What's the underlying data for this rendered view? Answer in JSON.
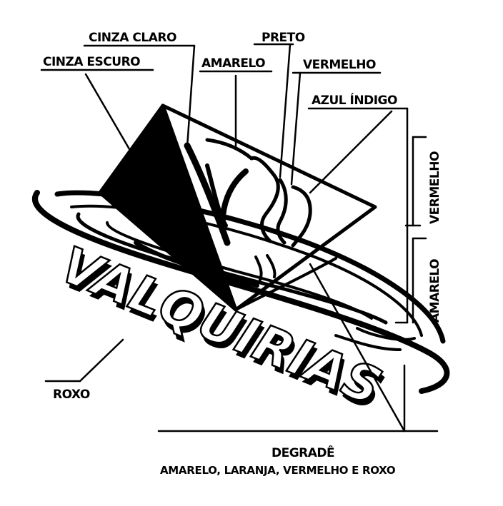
{
  "labels": {
    "cinza_claro": "CINZA CLARO",
    "preto": "PRETO",
    "cinza_escuro": "CINZA ESCURO",
    "amarelo_top": "AMARELO",
    "vermelho_top": "VERMELHO",
    "azul_indigo": "AZUL ÍNDIGO",
    "vermelho_side": "VERMELHO",
    "amarelo_side": "AMARELO",
    "roxo": "ROXO",
    "degrade_title": "DEGRADÊ",
    "degrade_colors": "AMARELO, LARANJA, VERMELHO E ROXO"
  },
  "logo": {
    "wordmark": "VALQUIRIAS"
  },
  "colors": {
    "ink": "#000000",
    "paper": "#ffffff"
  }
}
